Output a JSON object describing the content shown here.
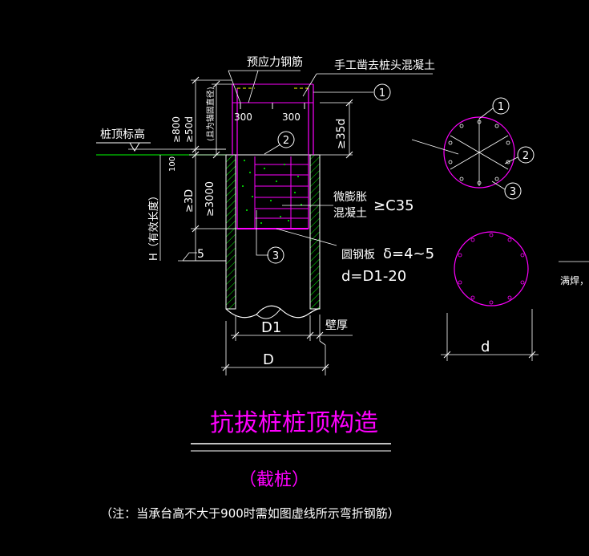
{
  "title": "抗拔桩桩顶构造",
  "subtitle": "（截桩）",
  "note": "（注：当承台高不大于900时需如图虚线所示弯折钢筋）",
  "labels": {
    "prestressed_rebar": "预应力钢筋",
    "manual_chisel": "手工凿去桩头混凝土",
    "pile_top_elevation": "桩顶标高",
    "ge800": "≥800",
    "ge50d": "≥50d",
    "anchor_note": "(且为锚固直径)",
    "dim_300_left": "300",
    "dim_300_right": "300",
    "ge35d": "≥35d",
    "dim_100": "100",
    "ge3d": "≥3D",
    "ge3000": "≥3000",
    "h_length": "H（有效长度）",
    "dim_5": "5",
    "micro_expansion": "微膨胀",
    "concrete": "混凝土",
    "grade": "≥C35",
    "steel_plate": "圆钢板",
    "thickness": "δ=4~5",
    "plate_dia": "d=D1-20",
    "d1": "D1",
    "wall_thickness": "壁厚",
    "d_big": "D",
    "d_small": "d",
    "full_weld": "满焊，",
    "callout_1": "1",
    "callout_2": "2",
    "callout_3": "3"
  },
  "colors": {
    "background": "#000000",
    "white_lines": "#ffffff",
    "magenta": "#ff00ff",
    "green": "#00ff00",
    "yellow": "#ffff00"
  }
}
